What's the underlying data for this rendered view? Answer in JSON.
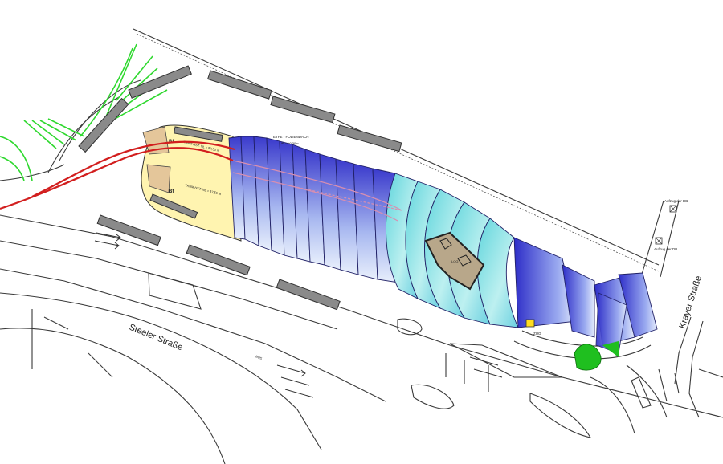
{
  "streets": {
    "steeler": "Steeler Straße",
    "krayer": "Krayer Straße"
  },
  "labels": {
    "aufzug_top": "Aufzug der DB",
    "aufzug_mid": "Aufzug der DB",
    "bus": "BUS",
    "etfe": "ETFE - FOLIENDACH",
    "etfe_height": "UK = +0,30m",
    "tram_upper": "TRAM HST. NL = 97,50 m",
    "tram_lower": "TRAM HST. NL = 97,50 m",
    "bf_upper": "Bf",
    "bf_lower": "Bf",
    "kiosk": "LOG",
    "zug": "ZUG"
  },
  "colors": {
    "canopy_dark": "#4b4bd8",
    "canopy_light": "#c9d9f5",
    "canopy_teal": "#7fe0e0",
    "platform_yellow": "#fff4b0",
    "platform_tan": "#e4c69a",
    "green_area": "#1fbf1f",
    "building_fill": "#b8a78a"
  }
}
